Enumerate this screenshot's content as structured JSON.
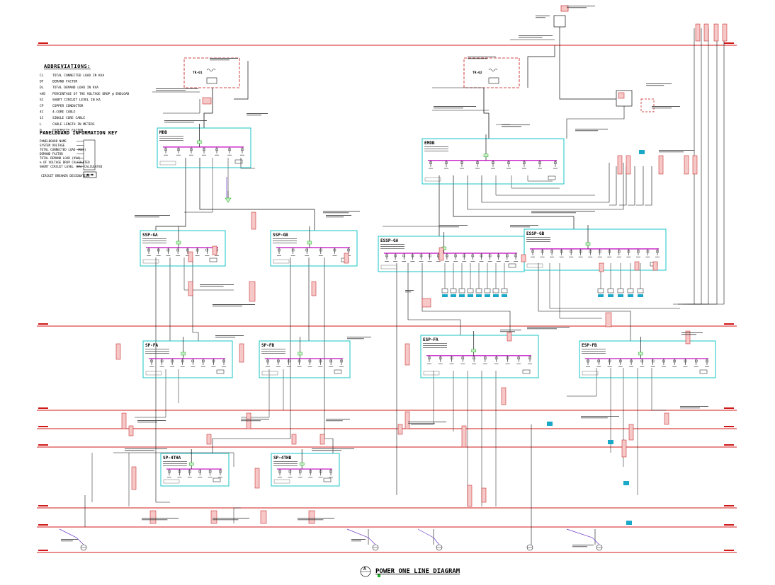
{
  "drawing": {
    "title": "POWER ONE LINE DIAGRAM",
    "callout_letter": "A"
  },
  "abbreviations": {
    "title": "ABBREVIATIONS:",
    "items": [
      {
        "code": "CL",
        "text": "TOTAL CONNECTED LOAD IN KVA"
      },
      {
        "code": "DF",
        "text": "DEMAND FACTOR"
      },
      {
        "code": "DL",
        "text": "TOTAL DEMAND LOAD IN KVA"
      },
      {
        "code": "%VD",
        "text": "PERCENTAGE OF THE VOLTAGE DROP @ ENDLOAD"
      },
      {
        "code": "SC",
        "text": "SHORT CIRCUIT LEVEL IN KA"
      },
      {
        "code": "CP",
        "text": "COPPER CONDUCTOR"
      },
      {
        "code": "4C",
        "text": "4-CORE CABLE"
      },
      {
        "code": "1C",
        "text": "SINGLE CORE CABLE"
      },
      {
        "code": "L",
        "text": "CABLE LENGTH IN METERS"
      },
      {
        "code": "D",
        "text": "DIVERSITY FACTOR"
      }
    ]
  },
  "panel_key": {
    "title": "PANELBOARD INFORMATION KEY",
    "rows": [
      "PANELBOARD NAME",
      "SYSTEM VOLTAGE",
      "TOTAL CONNECTED LOAD (KVA)",
      "DEMAND FACTOR",
      "TOTAL DEMAND LOAD (KVA)",
      "% OF VOLTAGE DROP CALCULATED",
      "SHORT CIRCUIT LEVEL (KA) CALCULATED"
    ],
    "legend": "CIRCUIT BREAKER DESIGNATION"
  },
  "panels": {
    "mdb": "MDB",
    "emdb": "EMDB",
    "ssp_1": "SSP-GA",
    "ssp_2": "SSP-GB",
    "essp_1": "ESSP-GA",
    "essp_2": "ESSP-GB",
    "sp_a": "SP-FA",
    "sp_b": "SP-FB",
    "esp_a": "ESP-FA",
    "esp_b": "ESP-FB",
    "sp_c": "SP-4THA",
    "sp_d": "SP-4THB"
  },
  "transformers": {
    "t1": "TR-01",
    "t2": "TR-02"
  },
  "colors": {
    "level_line": "#d01818",
    "bus": "#c000c0",
    "panel_box": "#00c0c0",
    "wire": "#111111",
    "tag_fill": "#f6c8c8",
    "tag_stroke": "#c01010",
    "load_blue": "#1aa8c8",
    "green_marker": "#20b020"
  },
  "panel_key_icon": "circuit-breaker-icon"
}
